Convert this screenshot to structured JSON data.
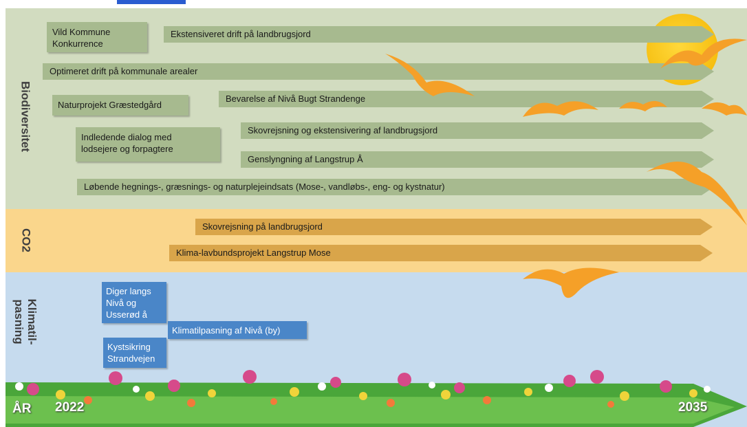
{
  "sections": {
    "biodiversity": "Biodiversitet",
    "co2": "CO2",
    "climate": "Klimatil-\npasning"
  },
  "biodiversity_items": {
    "vild_kommune": "Vild Kommune\nKonkurrence",
    "ekstensiveret": "Ekstensiveret drift på landbrugsjord",
    "optimeret": "Optimeret drift på kommunale arealer",
    "naturprojekt": "Naturprojekt Græstedgård",
    "bevarelse": "Bevarelse af Nivå Bugt Strandenge",
    "dialog": "Indledende dialog med\nlodsejere og forpagtere",
    "skovrejsning_eks": "Skovrejsning og ekstensivering af landbrugsjord",
    "genslyngning": "Genslyngning  af Langstrup Å",
    "loebende": "Løbende hegnings-, græsnings- og naturplejeindsats (Mose-, vandløbs-, eng- og kystnatur)"
  },
  "co2_items": {
    "skovrejsning": "Skovrejsning på landbrugsjord",
    "klima_lavbund": "Klima-lavbundsprojekt Langstrup Mose"
  },
  "climate_items": {
    "diger": "Diger langs\nNivå og\nUsserød å",
    "klimatilpasning": "Klimatilpasning af Nivå (by)",
    "kystsikring": "Kystsikring\nStrandvejen"
  },
  "timeline": {
    "label": "ÅR",
    "start": "2022",
    "end": "2035"
  },
  "colors": {
    "bio_band": "#d2dcc0",
    "co2_band": "#fad68c",
    "climate_band": "#c6dbee",
    "green_box": "#a7ba8f",
    "gold_box": "#d9a54a",
    "blue_box": "#4a86c8"
  }
}
